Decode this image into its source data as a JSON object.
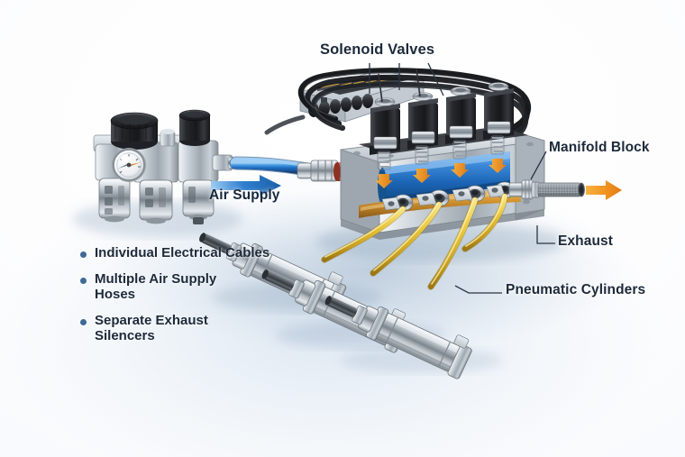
{
  "illustration": {
    "subject": "Pneumatic valve manifold system",
    "background_color": "#f7f9fc",
    "shadow_tint": "#c4d6e8"
  },
  "labels": {
    "solenoid_valves": "Solenoid Valves",
    "manifold_block": "Manifold Block",
    "exhaust": "Exhaust",
    "pneumatic_cylinders": "Pneumatic Cylinders",
    "air_supply": "Air Supply"
  },
  "bullets": [
    {
      "text": "Individual Electrical Cables"
    },
    {
      "text": "Multiple Air Supply\nHoses"
    },
    {
      "text": "Separate Exhaust\nSilencers"
    }
  ],
  "bullet_color": "#3f6a96",
  "components": {
    "frl_unit": {
      "name": "Filter-Regulator-Lubricator",
      "body_color": "#b9c2ca",
      "knob_color": "#2b2e33",
      "gauge_face": "#f2f4f6",
      "gauge_needle_color": "#e07a1f",
      "count": 3
    },
    "air_supply_hose": {
      "color": "#2d7fd6",
      "highlight": "#8fc4f0"
    },
    "coupling": {
      "body_color": "#aeb7bf",
      "thread_color": "#9e3b2a"
    },
    "manifold_block": {
      "body_color": "#b6bfc7",
      "internal_channel_color": "#1f6fc4",
      "lower_channel_color": "#c8871f",
      "port_count": 4
    },
    "solenoid_valves": {
      "count": 4,
      "coil_color": "#232428",
      "base_color": "#9aa3ab",
      "arrow_color": "#f0a81e"
    },
    "terminal_block": {
      "name": "Electrical terminal strip",
      "body_color": "#c2c9d0",
      "connector_color": "#2a2c30"
    },
    "electrical_cables": {
      "color": "#1a1c20",
      "count": 3
    },
    "exhaust_silencer": {
      "body_color": "#8d949b",
      "texture": "knurled-sintered",
      "arrow_color": "#f2901e"
    },
    "air_hoses": {
      "color": "#e8c23a",
      "shade": "#b99518",
      "count": 4
    },
    "pneumatic_cylinders": {
      "count": 3,
      "barrel_color": "#c3cad1",
      "rod_color": "#41474d"
    }
  },
  "leader_lines": {
    "color": "#2b3544",
    "solenoid_count": 3
  }
}
